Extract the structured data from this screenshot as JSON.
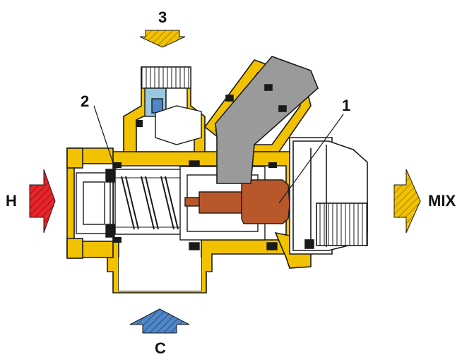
{
  "labels": {
    "hot": "H",
    "cold": "C",
    "mix": "MIX",
    "part1": "1",
    "part2": "2",
    "part3": "3"
  },
  "colors": {
    "brass": "#f2c200",
    "brass_dark": "#d9a400",
    "outline": "#1a1a1a",
    "hot_arrow": "#e8252b",
    "cold_arrow": "#4e86c8",
    "mix_arrow": "#f2c200",
    "thermostat": "#b8582a",
    "knob": "#9a9a9a",
    "spring_bg": "#ffffff"
  },
  "icons": [
    "hot-inlet-arrow-icon",
    "cold-inlet-arrow-icon",
    "mix-outlet-arrow-icon",
    "port-3-arrow-icon"
  ]
}
